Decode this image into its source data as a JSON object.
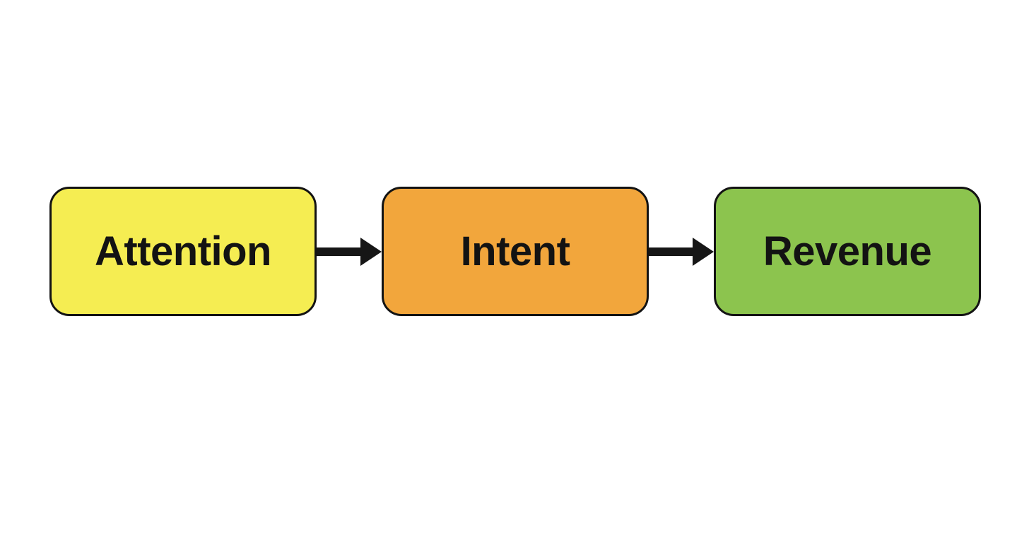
{
  "diagram": {
    "type": "flowchart",
    "direction": "left-to-right",
    "background": "#ffffff",
    "border_color": "#131313",
    "text_color": "#131313",
    "arrow_color": "#161616",
    "nodes": [
      {
        "id": "attention",
        "label": "Attention",
        "fill": "#F5ED52"
      },
      {
        "id": "intent",
        "label": "Intent",
        "fill": "#F2A63C"
      },
      {
        "id": "revenue",
        "label": "Revenue",
        "fill": "#8CC44E"
      }
    ],
    "connections": [
      {
        "from": "attention",
        "to": "intent",
        "style": "solid-arrow-right"
      },
      {
        "from": "intent",
        "to": "revenue",
        "style": "solid-arrow-right"
      }
    ]
  }
}
